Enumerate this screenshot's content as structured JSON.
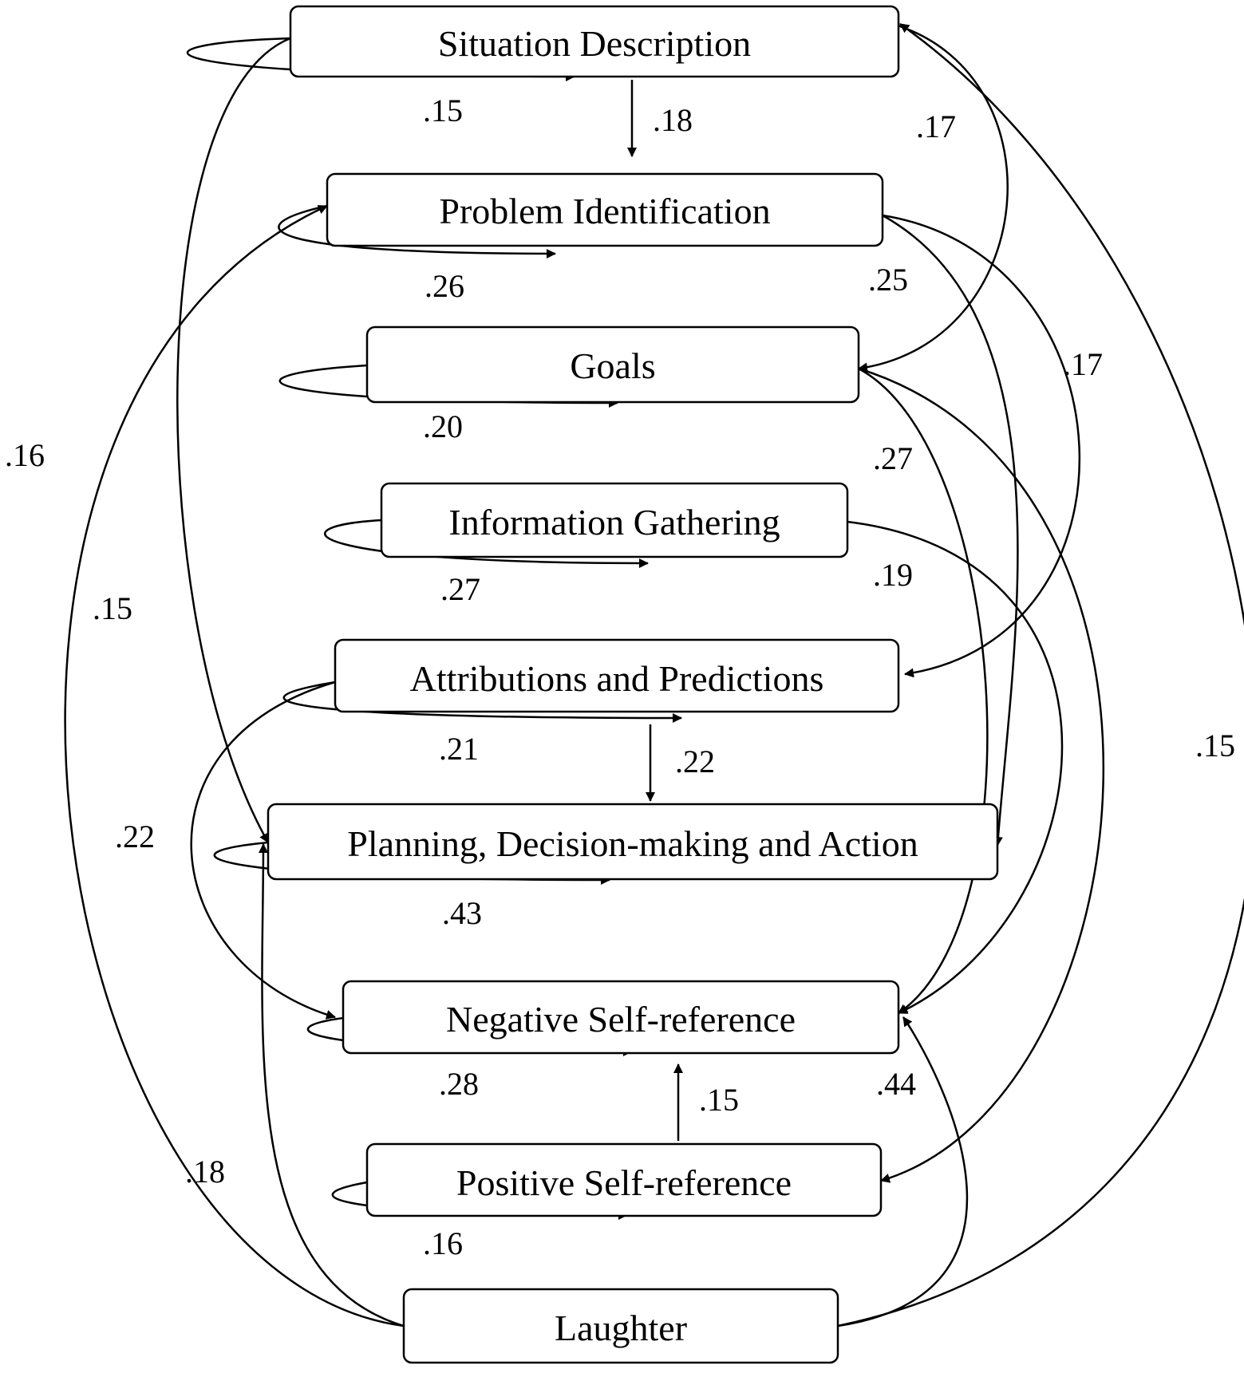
{
  "nodes": {
    "situation": "Situation Description",
    "problem": "Problem Identification",
    "goals": "Goals",
    "info": "Information Gathering",
    "attributions": "Attributions and Predictions",
    "planning": "Planning, Decision-making and Action",
    "negative": "Negative Self-reference",
    "positive": "Positive Self-reference",
    "laughter": "Laughter"
  },
  "self_loops": {
    "situation": ".15",
    "problem": ".26",
    "goals": ".20",
    "info": ".27",
    "attributions": ".21",
    "planning": ".43",
    "negative": ".28",
    "positive": ".16"
  },
  "edges": {
    "situation_problem": ".18",
    "situation_goals": ".17",
    "situation_planning": ".15",
    "problem_planning": ".25",
    "problem_attributions": ".17",
    "goals_negative": ".27",
    "info_negative": ".19",
    "attributions_planning": ".22",
    "attributions_negative": ".22",
    "positive_negative": ".15",
    "laughter_problem": ".16",
    "laughter_planning": ".18",
    "laughter_negative": ".44",
    "laughter_situation": ".15"
  }
}
